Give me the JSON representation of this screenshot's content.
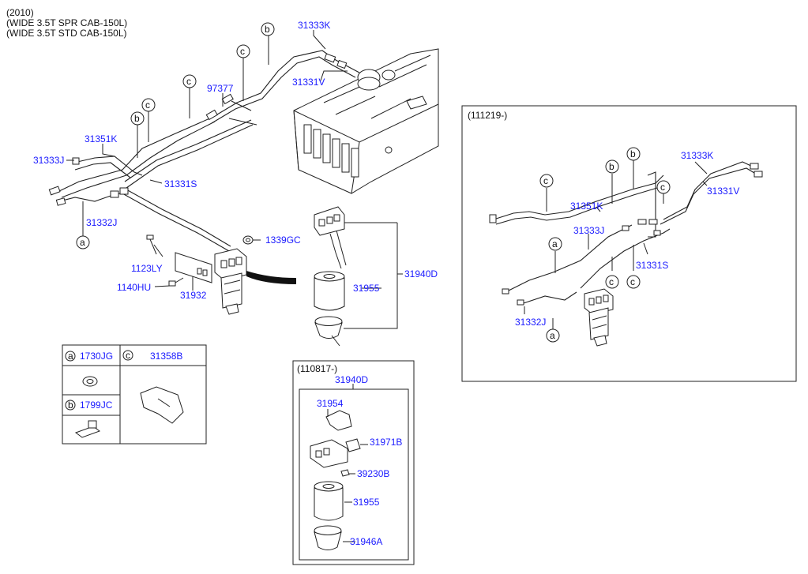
{
  "header": {
    "year": "(2010)",
    "model_1": "(WIDE 3.5T SPR CAB-150L)",
    "model_2": "(WIDE 3.5T STD CAB-150L)"
  },
  "main": {
    "labels": {
      "p31333K": "31333K",
      "p31331V": "31331V",
      "p97377": "97377",
      "p31351K": "31351K",
      "p31333J": "31333J",
      "p31331S": "31331S",
      "p31332J": "31332J",
      "p1339GC": "1339GC",
      "p1123LY": "1123LY",
      "p1140HU": "1140HU",
      "p31932": "31932",
      "p31955": "31955",
      "p31940D": "31940D"
    },
    "bubbles": {
      "a": "a",
      "b": "b",
      "c": "c"
    }
  },
  "legend": {
    "a_letter": "a",
    "a_code": "1730JG",
    "b_letter": "b",
    "b_code": "1799JC",
    "c_letter": "c",
    "c_code": "31358B"
  },
  "inset_110817": {
    "title": "(110817-)",
    "assembly": "31940D",
    "p31954": "31954",
    "p31971B": "31971B",
    "p39230B": "39230B",
    "p31955": "31955",
    "p31946A": "31946A"
  },
  "inset_111219": {
    "title": "(111219-)",
    "p31333K": "31333K",
    "p31331V": "31331V",
    "p31351K": "31351K",
    "p31333J": "31333J",
    "p31331S": "31331S",
    "p31332J": "31332J"
  },
  "colors": {
    "part_number": "#1a1aff",
    "line": "#222222"
  }
}
